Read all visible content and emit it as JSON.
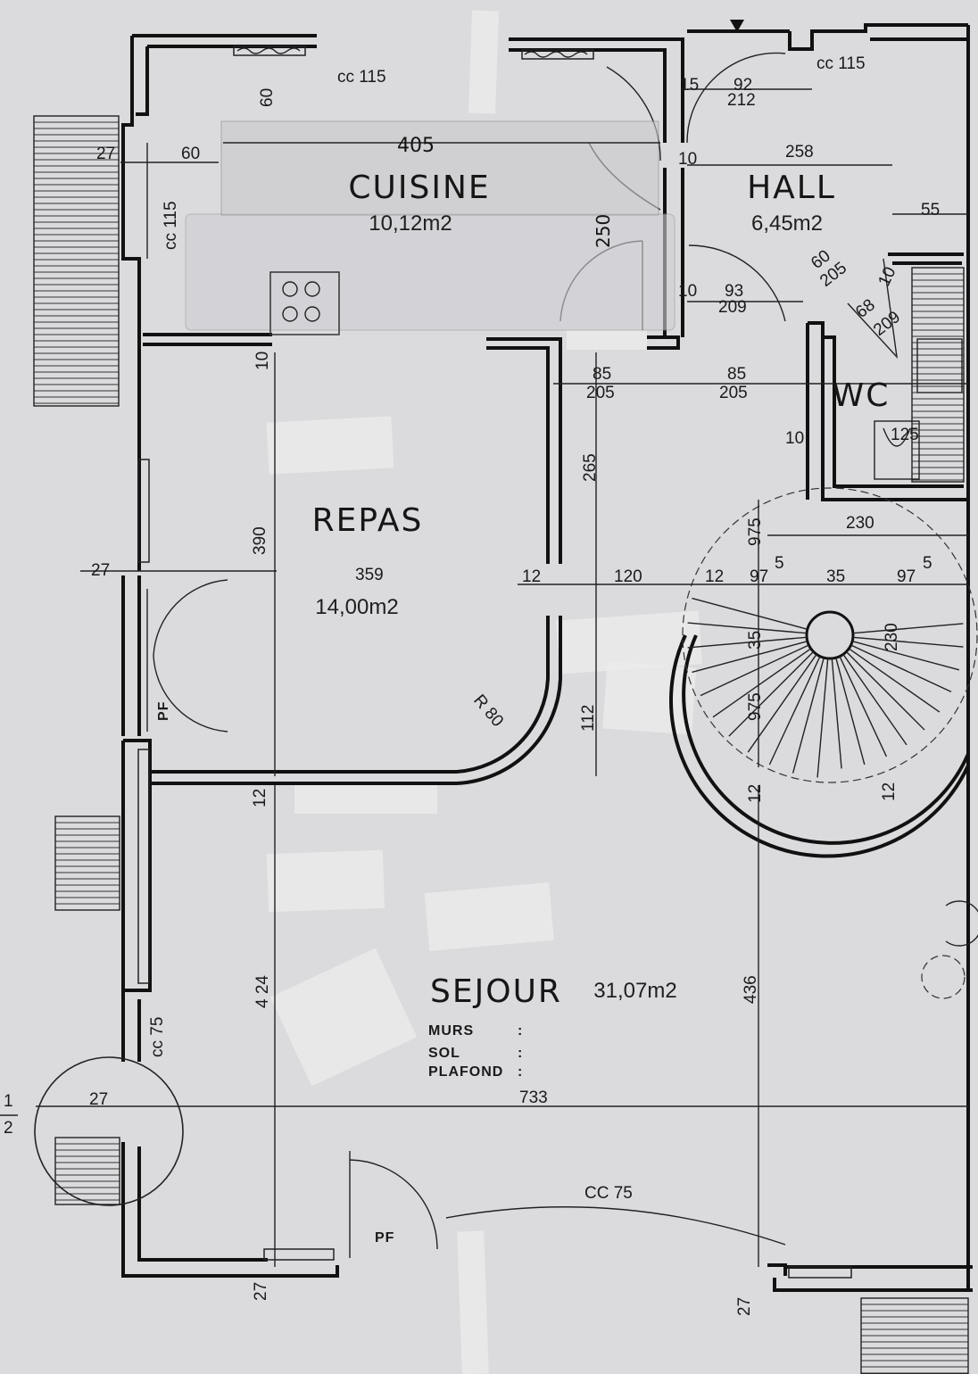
{
  "rooms": {
    "cuisine": {
      "name": "CUISINE",
      "area": "10,12m2"
    },
    "hall": {
      "name": "HALL",
      "area": "6,45m2"
    },
    "wc": {
      "name": "WC"
    },
    "repas": {
      "name": "REPAS",
      "area": "14,00m2"
    },
    "sejour": {
      "name": "SEJOUR",
      "area": "31,07m2"
    }
  },
  "sejour_finishes": {
    "murs": "MURS",
    "sol": "SOL",
    "plafond": "PLAFOND",
    "colon": ":"
  },
  "labels": {
    "cc115_top": "cc 115",
    "cc115_hall": "cc 115",
    "cc115_left": "cc 115",
    "cc75_left": "cc 75",
    "cc75_bottom": "CC 75",
    "pf_left": "PF",
    "pf_bottom": "PF",
    "section_1": "1",
    "section_2": "2"
  },
  "dimensions": {
    "d405": "405",
    "d60_top": "60",
    "d27_a": "27",
    "d60_left": "60",
    "d15": "15",
    "d92_212": "92",
    "d212": "212",
    "d258": "258",
    "d10_hall": "10",
    "d55": "55",
    "d250": "250",
    "d60_diag": "60",
    "d205_diag": "205",
    "d10_diag": "10",
    "d68": "68",
    "d209_diag": "209",
    "d10_b": "10",
    "d93": "93",
    "d209": "209",
    "d10_c": "10",
    "d85a": "85",
    "d205a": "205",
    "d85b": "85",
    "d205b": "205",
    "d10_wc": "10",
    "d125": "125",
    "d265": "265",
    "d230_top": "230",
    "d975_v": "975",
    "d27_b": "27",
    "d390": "390",
    "d359": "359",
    "d12_a": "12",
    "d120": "120",
    "d12_b": "12",
    "d975_a": "97",
    "d35_a": "35",
    "d975_b": "97",
    "d5": "5",
    "d35_v": "35",
    "d230_v": "230",
    "d975_v2": "975",
    "dR80": "R 80",
    "d112": "112",
    "d12_c": "12",
    "d12_d": "12",
    "d12_e": "12",
    "d424": "4 24",
    "d436": "436",
    "d27_c": "27",
    "d733": "733",
    "d27_d": "27",
    "d27_e": "27"
  }
}
